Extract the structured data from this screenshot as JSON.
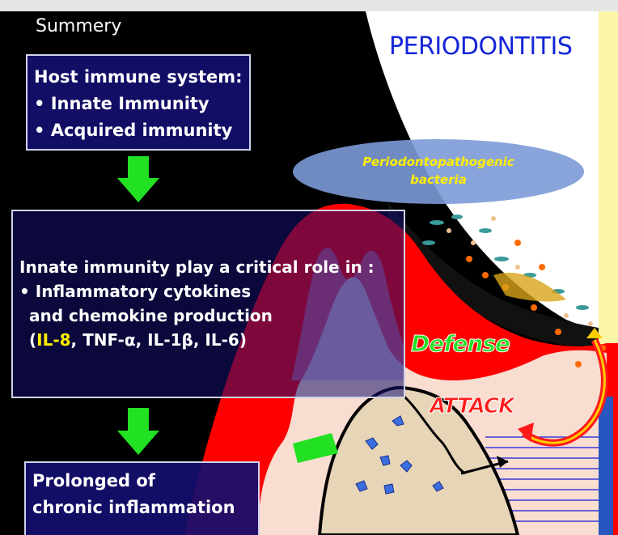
{
  "slide": {
    "summary_label": "Summery",
    "title": "PERIODONTITIS",
    "box1": {
      "heading": "Host immune system:",
      "items": [
        "• Innate Immunity",
        "• Acquired immunity"
      ]
    },
    "box2": {
      "heading": "Innate immunity play a critical role in :",
      "line1": "• Inflammatory cytokines",
      "line2": "and chemokine production",
      "paren_open": "(",
      "il8": "IL-8",
      "rest": ", TNF-α, IL-1β, IL-6)"
    },
    "box3": {
      "line1": "Prolonged of",
      "line2": "chronic inflammation"
    },
    "bacteria_label": [
      "Periodontopathogenic",
      "bacteria"
    ],
    "defense_label": "Defense",
    "attack_label": "ATTACK"
  },
  "colors": {
    "background": "#000000",
    "box_fill": "#140e6e",
    "title_blue": "#1426d8",
    "arrow_green": "#22e022",
    "gum_red": "#ff0000",
    "highlight_yellow": "#ffee00",
    "bone_tan": "#e7d5b8"
  },
  "icons": [
    "down-arrow-icon",
    "bacteria-cluster-icon",
    "bone-icon",
    "tooth-icon"
  ]
}
